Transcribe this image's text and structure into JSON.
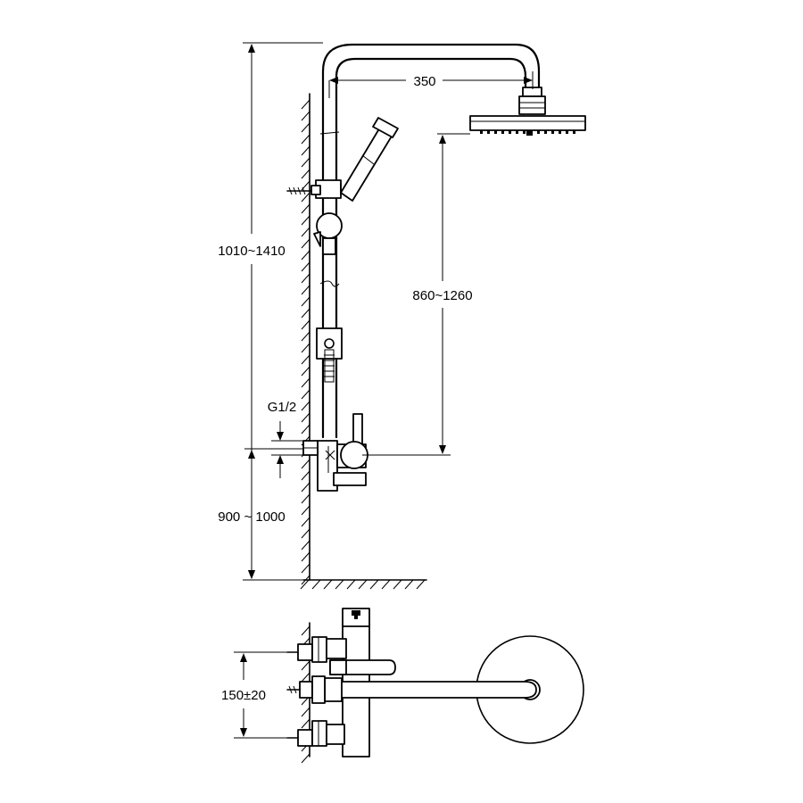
{
  "dimensions": {
    "head_arm_length": "350",
    "total_height": "1010~1410",
    "head_height": "860~1260",
    "inlet_thread": "G1/2",
    "inlet_height": "900 ~ 1000",
    "inlet_spacing": "150±20"
  }
}
